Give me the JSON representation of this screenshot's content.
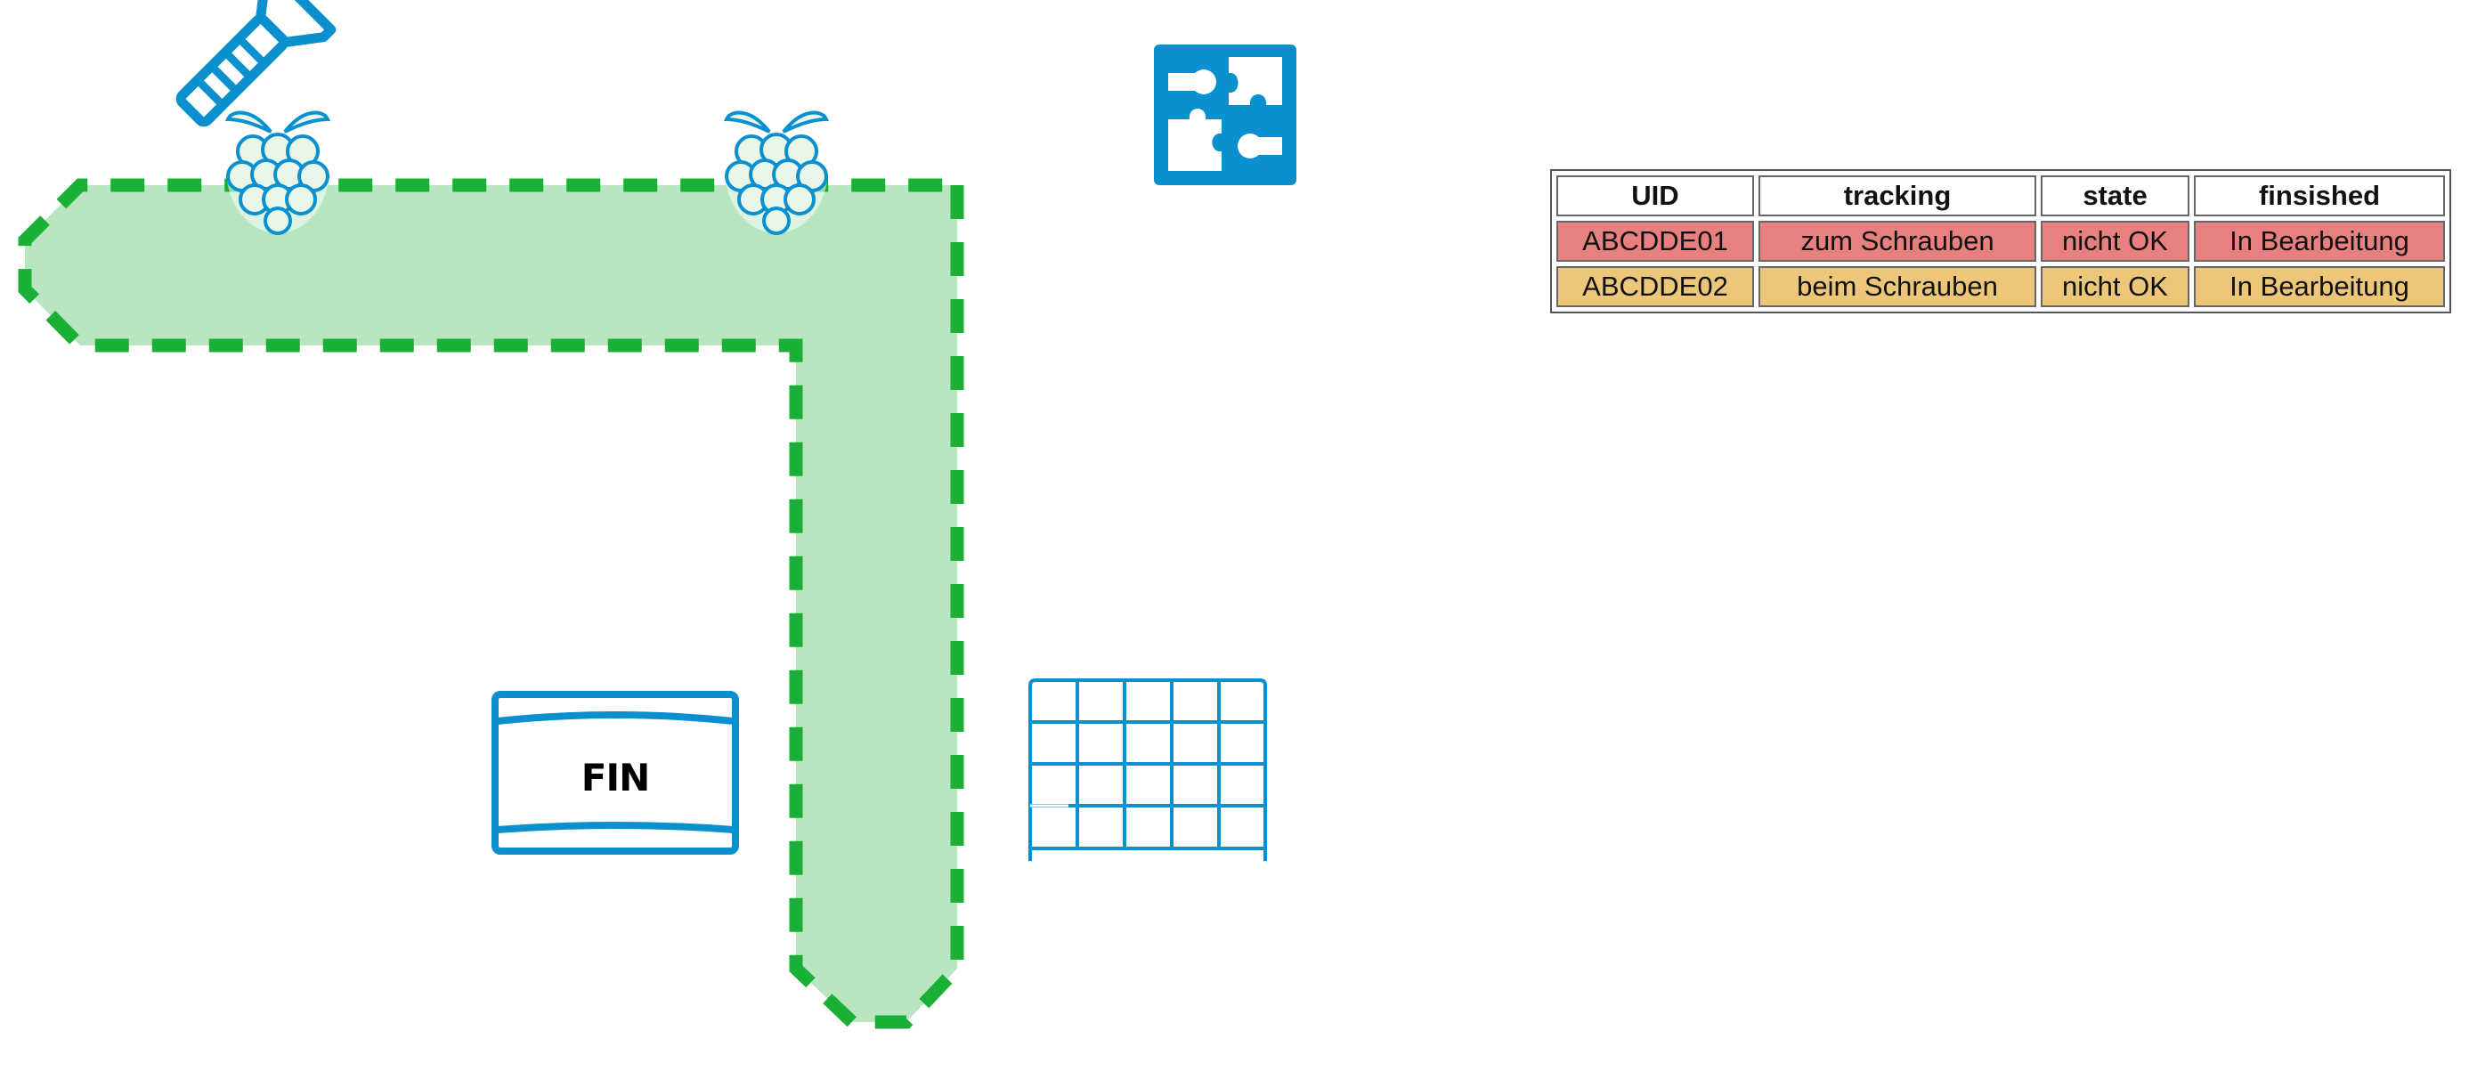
{
  "diagram": {
    "fin_label": "FIN",
    "colors": {
      "track_fill": "#b7e6c1",
      "track_border": "#1ab036",
      "icon_blue": "#0a8fcf",
      "row_not_ok": "#e88080",
      "row_in_progress": "#ecc77a"
    },
    "icons": [
      "screwdriver-icon",
      "raspberry-pi-icon",
      "puzzle-icon",
      "storage-box-icon",
      "shelf-rack-icon"
    ]
  },
  "table": {
    "headers": {
      "uid": "UID",
      "tracking": "tracking",
      "state": "state",
      "finished": "finsished"
    },
    "rows": [
      {
        "uid": "ABCDDE01",
        "tracking": "zum Schrauben",
        "state": "nicht OK",
        "finished": "In Bearbeitung",
        "color": "#e88080"
      },
      {
        "uid": "ABCDDE02",
        "tracking": "beim Schrauben",
        "state": "nicht OK",
        "finished": "In Bearbeitung",
        "color": "#ecc77a"
      }
    ]
  }
}
